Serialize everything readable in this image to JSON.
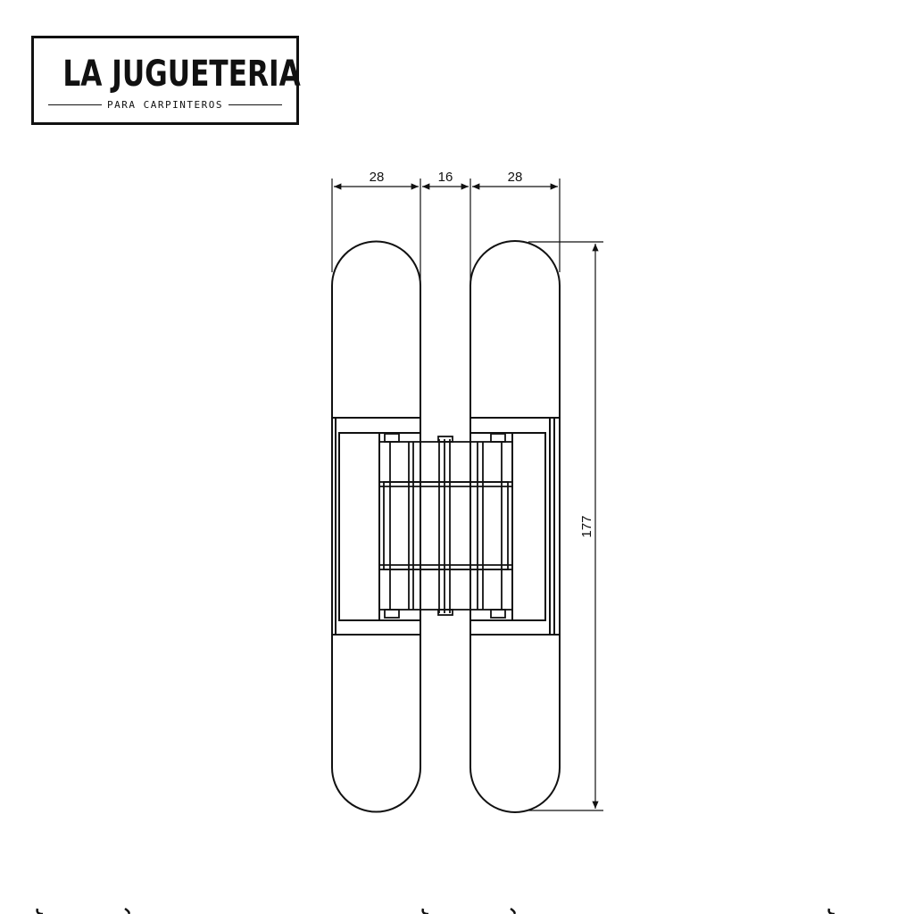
{
  "logo": {
    "title": "LA JUGUETERIA",
    "subtitle": "PARA CARPINTEROS"
  },
  "dimensions": {
    "left_width": "28",
    "gap_width": "16",
    "right_width": "28",
    "height": "177"
  },
  "colors": {
    "line": "#111111",
    "background": "#ffffff"
  }
}
